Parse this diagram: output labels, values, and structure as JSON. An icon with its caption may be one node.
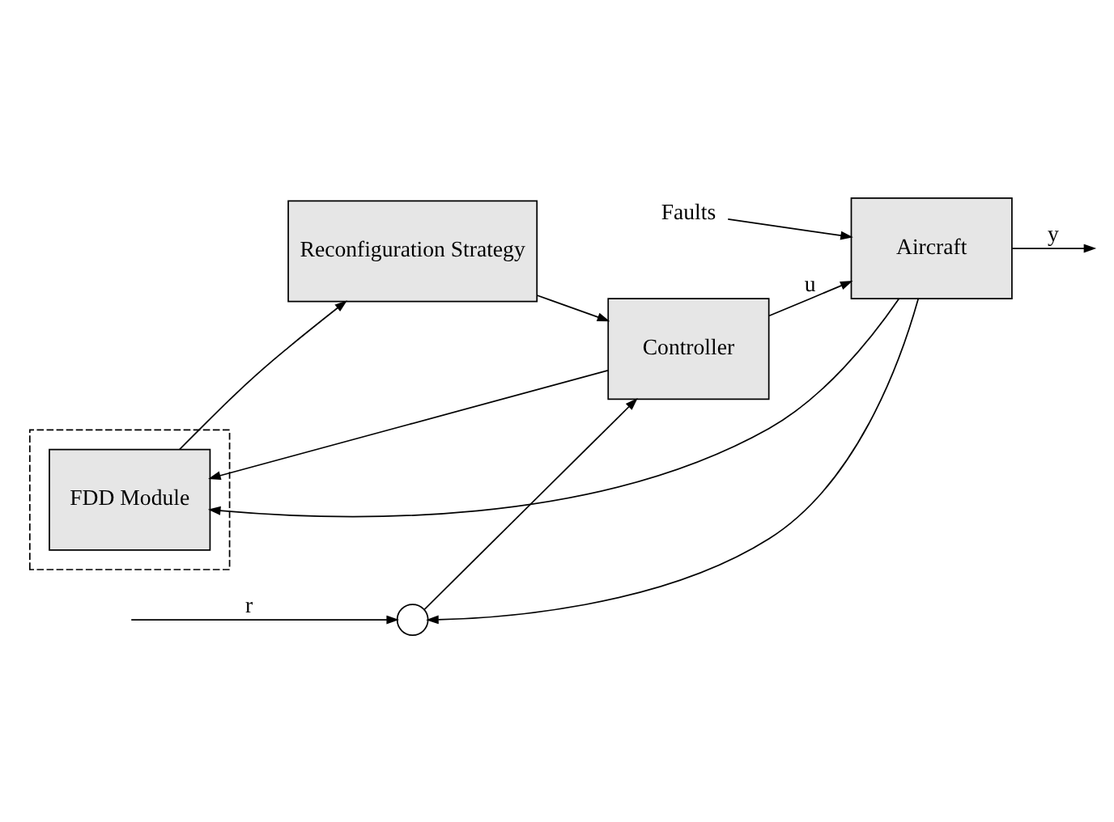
{
  "diagram": {
    "nodes": [
      {
        "text": [
          "Reconfiguration Strategy"
        ]
      },
      {
        "text": [],
        "shape": "box"
      },
      {
        "text": [
          "FDD Module"
        ],
        "in": 1
      },
      {
        "text": [
          "Faults"
        ]
      },
      {
        "text": [],
        "shape": "circle"
      },
      {
        "text": [
          "Controller"
        ]
      },
      {
        "text": [
          "Aircraft"
        ]
      }
    ],
    "edges": [
      {
        "from": 2,
        "to": 0,
        "arrow": "to"
      },
      {
        "from": 0,
        "to": 5,
        "arrow": "to"
      },
      {
        "from": null,
        "to": 4,
        "arrow": "to",
        "label": "r"
      },
      {
        "from": 4,
        "to": 5,
        "arrow": "to"
      },
      {
        "from": 5,
        "to": 6,
        "arrow": "to",
        "label": "u"
      },
      {
        "from": 5,
        "to": 2,
        "arrow": "to"
      },
      {
        "from": 3,
        "to": 6,
        "arrow": "to"
      },
      {
        "from": 6,
        "to": null,
        "arrow": "to",
        "label": "y"
      },
      {
        "from": 6,
        "to": 2,
        "arrow": "to"
      },
      {
        "from": 6,
        "to": 4,
        "arrow": "to"
      }
    ]
  }
}
